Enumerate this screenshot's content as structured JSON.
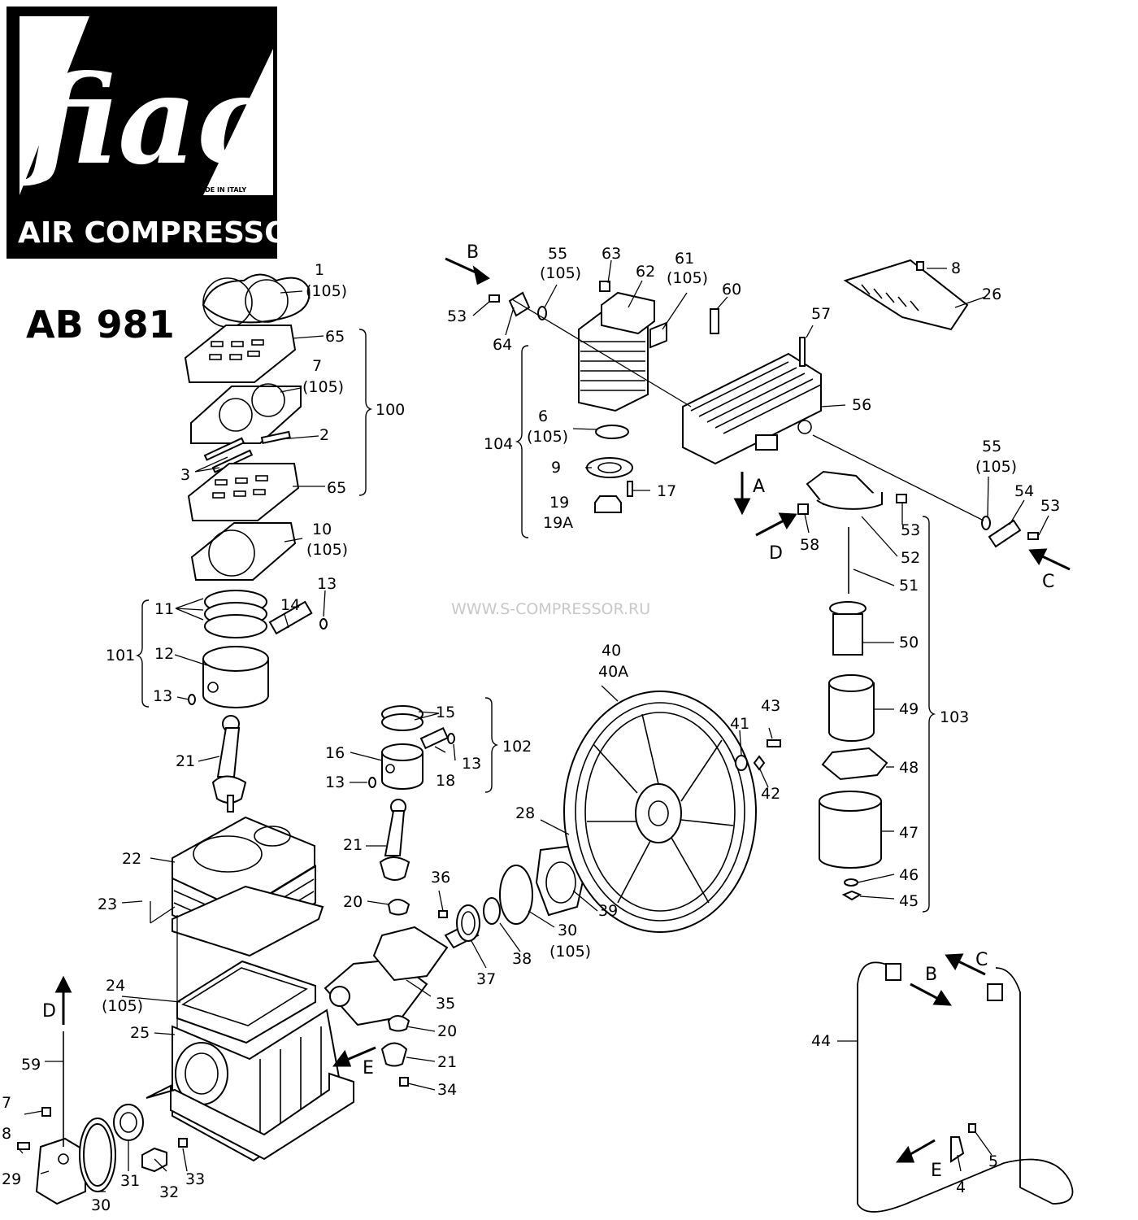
{
  "logo": {
    "word": "fiac",
    "made_in": "MADE IN ITALY",
    "tagline": "AIR COMPRESSORS"
  },
  "model": "AB 981",
  "watermark": "WWW.S-COMPRESSOR.RU",
  "part_labels": {
    "p1": "1",
    "p2": "2",
    "p3": "3",
    "p4": "4",
    "p5": "5",
    "p6": "6",
    "p7": "7",
    "p7b": "7",
    "p8": "8",
    "p8b": "8",
    "p9": "9",
    "p10": "10",
    "p11": "11",
    "p12": "12",
    "p13a": "13",
    "p13b": "13",
    "p13c": "13",
    "p13d": "13",
    "p14": "14",
    "p15": "15",
    "p16": "16",
    "p17": "17",
    "p18": "18",
    "p19": "19",
    "p19a": "19A",
    "p20a": "20",
    "p20b": "20",
    "p21a": "21",
    "p21b": "21",
    "p21c": "21",
    "p22": "22",
    "p23": "23",
    "p24": "24",
    "p25": "25",
    "p26": "26",
    "p28": "28",
    "p29": "29",
    "p30a": "30",
    "p30b": "30",
    "p31": "31",
    "p32": "32",
    "p33": "33",
    "p34": "34",
    "p35": "35",
    "p36": "36",
    "p37": "37",
    "p38": "38",
    "p39": "39",
    "p40": "40",
    "p40a": "40A",
    "p41": "41",
    "p42": "42",
    "p43": "43",
    "p44": "44",
    "p45": "45",
    "p46": "46",
    "p47": "47",
    "p48": "48",
    "p49": "49",
    "p50": "50",
    "p51": "51",
    "p52": "52",
    "p53a": "53",
    "p53b": "53",
    "p53c": "53",
    "p54": "54",
    "p55a": "55",
    "p55b": "55",
    "p56": "56",
    "p57": "57",
    "p58": "58",
    "p59": "59",
    "p60": "60",
    "p61": "61",
    "p62": "62",
    "p63": "63",
    "p64": "64",
    "p65a": "65",
    "p65b": "65",
    "k1": "(105)",
    "k6": "(105)",
    "k7": "(105)",
    "k10": "(105)",
    "k24": "(105)",
    "k30": "(105)",
    "k55a": "(105)",
    "k55b": "(105)",
    "k61": "(105)"
  },
  "group_labels": {
    "g100": "100",
    "g101": "101",
    "g102": "102",
    "g103": "103",
    "g104": "104"
  },
  "arrow_labels": {
    "b_top": "B",
    "a": "A",
    "d_mid": "D",
    "c_mid": "C",
    "c_pipe": "C",
    "b_pipe": "B",
    "e_pipe": "E",
    "d_left": "D",
    "e_crank": "E"
  }
}
